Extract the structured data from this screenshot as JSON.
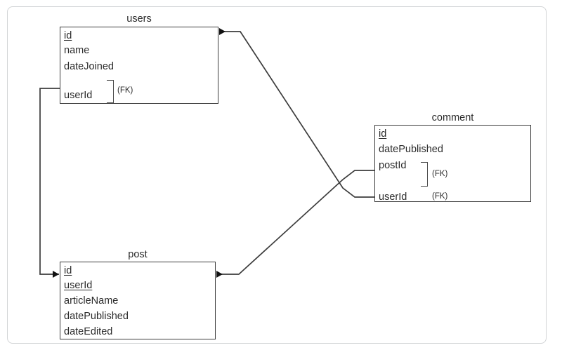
{
  "diagram": {
    "type": "entity-relationship-diagram",
    "background": "#ffffff",
    "line_color": "#3c3c3c",
    "frame_color": "#d2d4d6",
    "entities": [
      {
        "name": "users",
        "title": "users",
        "attributes": [
          {
            "label": "id",
            "key": "PK",
            "underline": true,
            "fk_tag": ""
          },
          {
            "label": "name",
            "key": "",
            "underline": false,
            "fk_tag": ""
          },
          {
            "label": "dateJoined",
            "key": "",
            "underline": false,
            "fk_tag": ""
          },
          {
            "label": "userId",
            "key": "FK",
            "underline": false,
            "fk_tag": "(FK)"
          }
        ]
      },
      {
        "name": "comment",
        "title": "comment",
        "attributes": [
          {
            "label": "id",
            "key": "PK",
            "underline": true,
            "fk_tag": ""
          },
          {
            "label": "datePublished",
            "key": "",
            "underline": false,
            "fk_tag": ""
          },
          {
            "label": "postId",
            "key": "FK",
            "underline": false,
            "fk_tag": "(FK)"
          },
          {
            "label": "userId",
            "key": "FK",
            "underline": false,
            "fk_tag": "(FK)"
          }
        ]
      },
      {
        "name": "post",
        "title": "post",
        "attributes": [
          {
            "label": "id",
            "key": "PK",
            "underline": true,
            "fk_tag": ""
          },
          {
            "label": "userId",
            "key": "PK",
            "underline": true,
            "fk_tag": ""
          },
          {
            "label": "articleName",
            "key": "",
            "underline": false,
            "fk_tag": ""
          },
          {
            "label": "datePublished",
            "key": "",
            "underline": false,
            "fk_tag": ""
          },
          {
            "label": "dateEdited",
            "key": "",
            "underline": false,
            "fk_tag": ""
          }
        ]
      }
    ],
    "relationships": [
      {
        "from": "users.userId",
        "to": "post.id",
        "arrow_at": "post"
      },
      {
        "from": "comment.userId",
        "to": "users.id",
        "arrow_at": "users"
      },
      {
        "from": "comment.postId",
        "to": "post.id",
        "arrow_at": "post"
      }
    ]
  },
  "labels": {
    "users_title": "users",
    "users_attr_0": "id",
    "users_attr_1": "name",
    "users_attr_2": "dateJoined",
    "users_attr_3": "userId",
    "users_fk_0": "(FK)",
    "comment_title": "comment",
    "comment_attr_0": "id",
    "comment_attr_1": "datePublished",
    "comment_attr_2": "postId",
    "comment_attr_3": "userId",
    "comment_fk_0": "(FK)",
    "comment_fk_1": "(FK)",
    "post_title": "post",
    "post_attr_0": "id",
    "post_attr_1": "userId",
    "post_attr_2": "articleName",
    "post_attr_3": "datePublished",
    "post_attr_4": "dateEdited"
  }
}
